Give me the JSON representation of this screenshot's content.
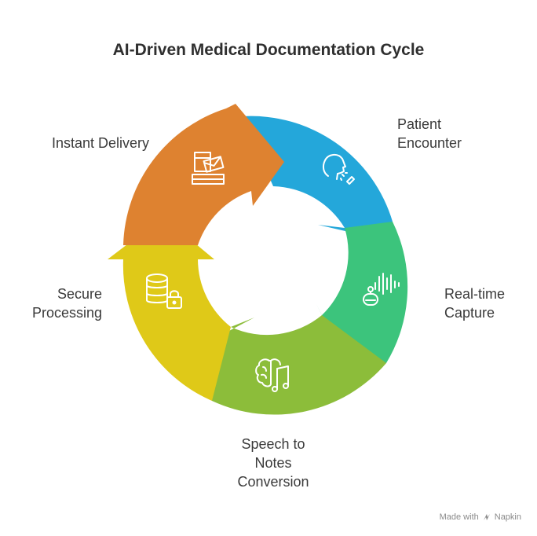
{
  "title": "AI-Driven Medical Documentation Cycle",
  "steps": [
    {
      "label": "Patient\nEncounter",
      "icon": "patient-speaking-icon",
      "color": "#24a7da"
    },
    {
      "label": "Real-time\nCapture",
      "icon": "robot-soundwave-icon",
      "color": "#3cc47c"
    },
    {
      "label": "Speech to\nNotes\nConversion",
      "icon": "brain-music-icon",
      "color": "#8cbd3a"
    },
    {
      "label": "Secure\nProcessing",
      "icon": "database-lock-icon",
      "color": "#dfc918"
    },
    {
      "label": "Instant Delivery",
      "icon": "mailbox-icon",
      "color": "#de8230"
    }
  ],
  "footer": {
    "made_with": "Made with",
    "brand": "Napkin"
  }
}
